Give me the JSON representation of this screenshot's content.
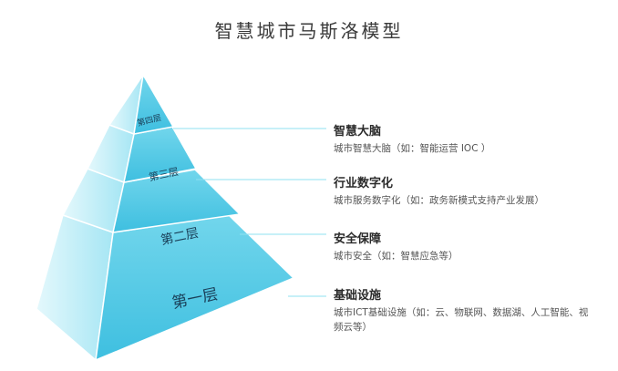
{
  "title": "智慧城市马斯洛模型",
  "colors": {
    "face_light": "#b6ecf6",
    "face_mid": "#6bd3ea",
    "face_dark": "#2fb7da",
    "edge": "#ffffff",
    "leader": "#8fe0f1"
  },
  "layers": [
    {
      "label": "第四层",
      "title": "智慧大脑",
      "desc": "城市智慧大脑（如：智能运营 IOC ）"
    },
    {
      "label": "第三层",
      "title": "行业数字化",
      "desc": "城市服务数字化（如：政务新模式支持产业发展）"
    },
    {
      "label": "第二层",
      "title": "安全保障",
      "desc": "城市安全（如：智慧应急等）"
    },
    {
      "label": "第一层",
      "title": "基础设施",
      "desc": "城市ICT基础设施（如：云、物联网、数据湖、人工智能、视频云等）"
    }
  ]
}
